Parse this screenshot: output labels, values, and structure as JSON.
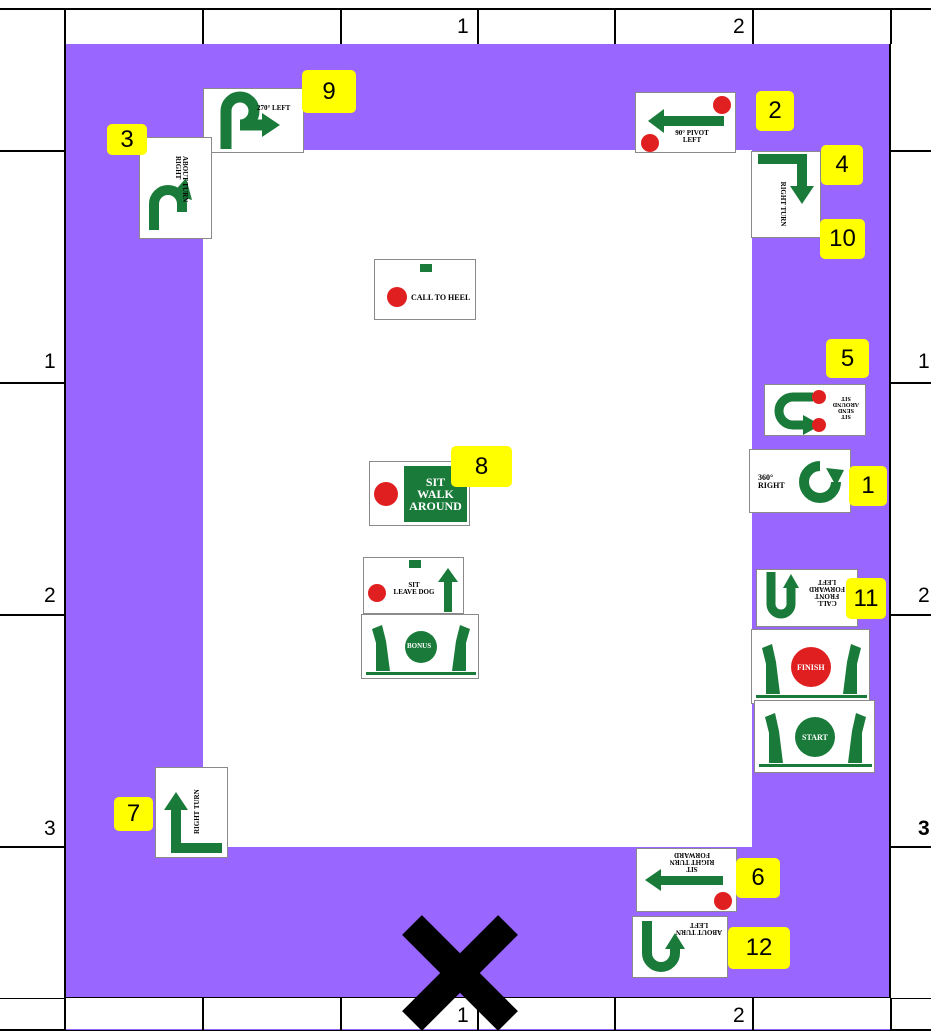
{
  "ruler": {
    "top_labels": [
      "1",
      "2"
    ],
    "bottom_labels": [
      "1",
      "2"
    ],
    "left_labels": [
      "1",
      "2",
      "3"
    ],
    "right_labels": [
      "1",
      "2",
      "3"
    ]
  },
  "colors": {
    "ring": "#9966ff",
    "sign_green": "#1a7a3a",
    "dot_red": "#e02020",
    "badge_yellow": "#ffff00"
  },
  "stations": [
    {
      "number": "1",
      "sign": "360° RIGHT",
      "icon": "circle-arrow-icon"
    },
    {
      "number": "2",
      "sign": "90° PIVOT LEFT",
      "icon": "left-arrow-icon"
    },
    {
      "number": "3",
      "sign": "ABOUT TURN RIGHT",
      "icon": "u-turn-icon"
    },
    {
      "number": "4",
      "sign": "RIGHT TURN",
      "icon": "right-turn-icon"
    },
    {
      "number": "5",
      "sign": "SIT SEND AROUND SIT",
      "icon": "u-turn-icon"
    },
    {
      "number": "6",
      "sign": "SIT RIGHT TURN FORWARD",
      "icon": "left-arrow-icon"
    },
    {
      "number": "7",
      "sign": "RIGHT TURN",
      "icon": "right-turn-icon"
    },
    {
      "number": "8",
      "sign_lines": [
        "SIT",
        "WALK",
        "AROUND"
      ],
      "icon": "red-dot-icon"
    },
    {
      "number": "9",
      "sign": "270° LEFT",
      "icon": "loop-arrow-icon"
    },
    {
      "number": "10",
      "sign": "",
      "icon": ""
    },
    {
      "number": "11",
      "sign": "CALL FRONT FORWARD LEFT",
      "icon": "u-turn-icon"
    },
    {
      "number": "12",
      "sign": "ABOUT TURN LEFT",
      "icon": "u-turn-icon"
    }
  ],
  "signs": {
    "call_to_heel": "CALL TO HEEL",
    "sit_leave_dog_1": "SIT",
    "sit_leave_dog_2": "LEAVE DOG",
    "bonus": "BONUS",
    "finish": "FINISH",
    "start": "START",
    "s1": "360°",
    "s1b": "RIGHT",
    "s2": "90° PIVOT",
    "s2b": "LEFT",
    "s3": "ABOUT TURN",
    "s3b": "RIGHT",
    "s4": "RIGHT TURN",
    "s5a": "SIT",
    "s5b": "SEND",
    "s5c": "AROUND",
    "s5d": "SIT",
    "s6a": "SIT",
    "s6b": "RIGHT TURN",
    "s6c": "FORWARD",
    "s7": "RIGHT TURN",
    "s8a": "SIT",
    "s8b": "WALK",
    "s8c": "AROUND",
    "s9": "270° LEFT",
    "s11a": "CALL",
    "s11b": "FRONT",
    "s11c": "FORWARD",
    "s11d": "LEFT",
    "s12a": "ABOUT TURN",
    "s12b": "LEFT"
  },
  "badges": {
    "b1": "1",
    "b2": "2",
    "b3": "3",
    "b4": "4",
    "b5": "5",
    "b6": "6",
    "b7": "7",
    "b8": "8",
    "b9": "9",
    "b10": "10",
    "b11": "11",
    "b12": "12"
  },
  "markers": {
    "x_mark": "x-mark-icon"
  }
}
